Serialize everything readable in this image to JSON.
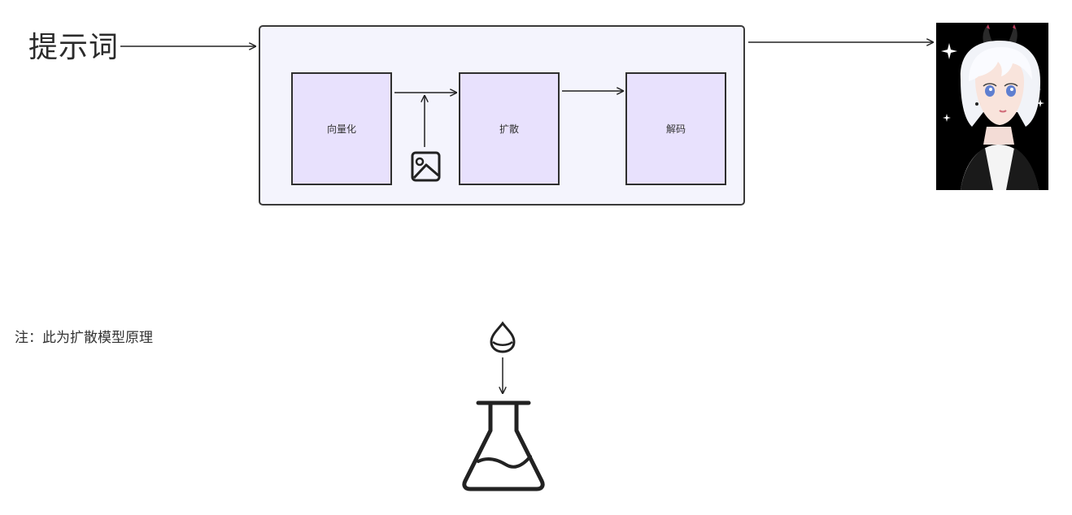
{
  "diagram": {
    "input_label": "提示词",
    "stages": [
      {
        "id": "encode",
        "label": "向量化"
      },
      {
        "id": "diffuse",
        "label": "扩散"
      },
      {
        "id": "decode",
        "label": "解码"
      }
    ],
    "note": "注：此为扩散模型原理"
  },
  "icons": {
    "image_placeholder": "image-icon",
    "droplet": "droplet-icon",
    "flask": "flask-icon",
    "output": "anime-girl-portrait"
  },
  "colors": {
    "container_fill": "#f4f4fd",
    "stage_fill": "#e8e1fd",
    "stroke": "#2f2f2f"
  }
}
